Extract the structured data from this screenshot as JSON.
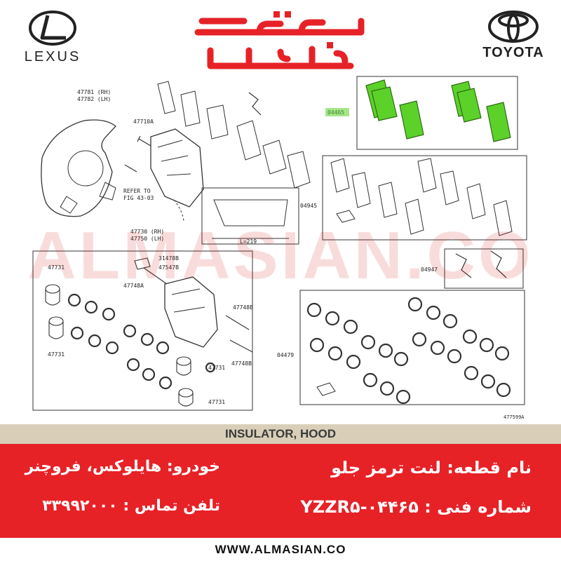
{
  "brands": {
    "left_logo_text": "LEXUS",
    "right_logo_text": "TOYOTA",
    "center_mark": "تویوتا آلماسیان"
  },
  "diagram": {
    "part_labels": {
      "p47781": "47781 (RH)",
      "p47782": "47782 (LH)",
      "p47710a": "47710A",
      "refer_to": "REFER TO",
      "fig": "FIG 43-03",
      "p04465": "04465",
      "p04945": "04945",
      "length": "L=219",
      "p47730": "47730 (RH)",
      "p47750": "47750 (LH)",
      "p31478b": "31478B",
      "p47547b": "47547B",
      "p47748a": "47748A",
      "p47748b_1": "47748B",
      "p47748b_2": "47748B",
      "p47731_1": "47731",
      "p47731_2": "47731",
      "p47731_3": "47731",
      "p47731_4": "47731",
      "p04947": "04947",
      "p04479": "04479",
      "fig_id": "477599A"
    },
    "highlight_color": "#5bd12a"
  },
  "watermark": "ALMASIAN.CO",
  "title": "INSULATOR, HOOD",
  "info": {
    "part_name": "نام قطعه: لنت ترمز جلو",
    "technical_number": "شماره فنی : ۰۴۴۶۵-YZZR۵",
    "vehicle": "خودرو: هایلوکس، فروچنر",
    "phone": "تلفن تماس : ۳۳۹۹۲۰۰۰"
  },
  "footer": "WWW.ALMASIAN.CO",
  "colors": {
    "red": "#e62227",
    "beige": "#d9cfb8"
  }
}
